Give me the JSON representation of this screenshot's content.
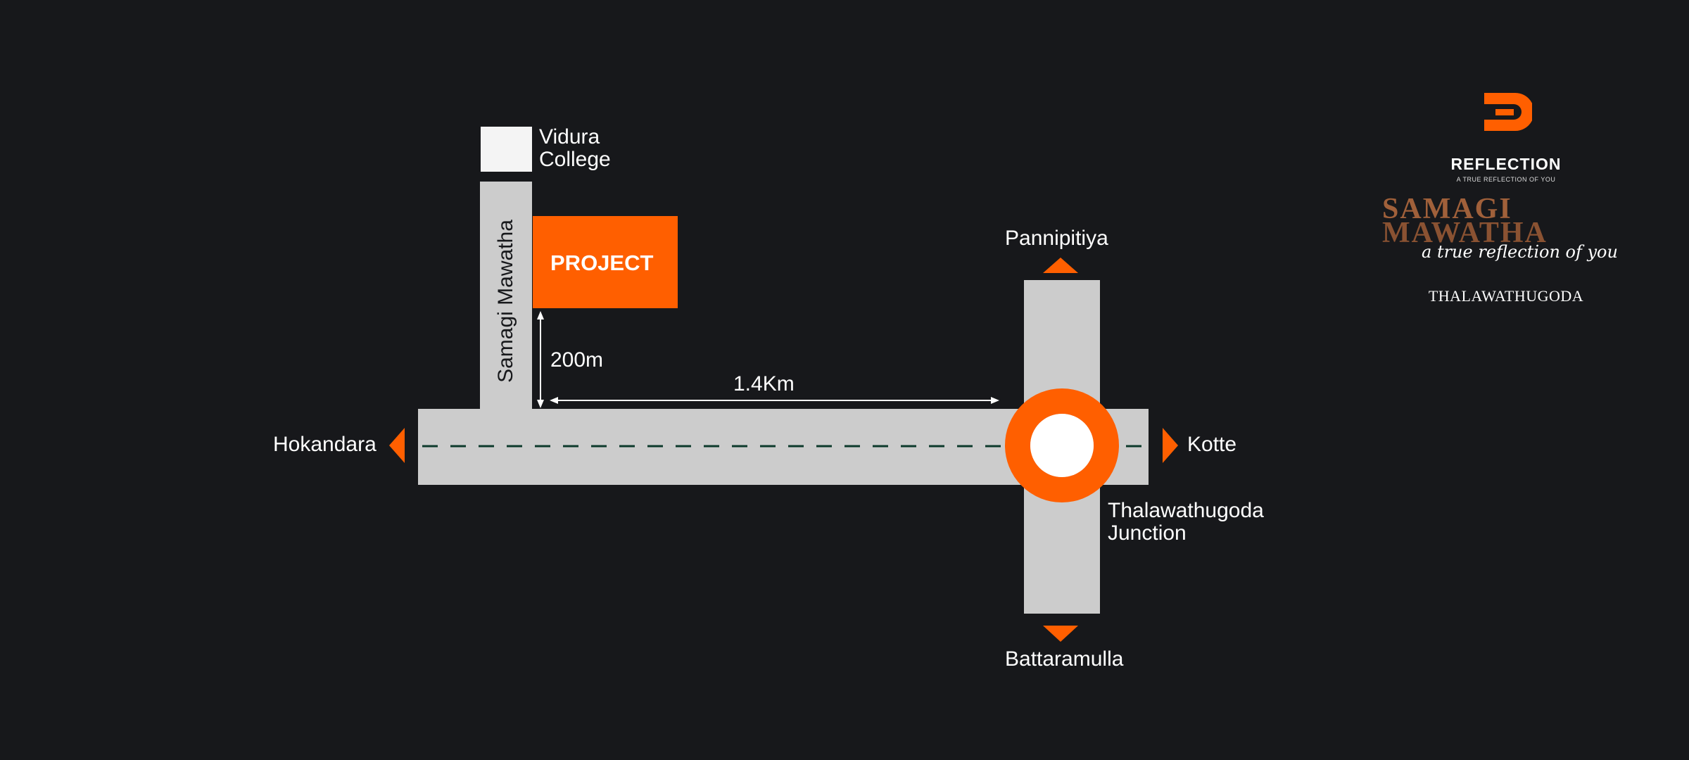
{
  "colors": {
    "background": "#17181b",
    "road": "#cccccc",
    "accent": "#ff5f00",
    "landmark": "#f4f4f4",
    "dash": "#0d3a2c"
  },
  "landmark": {
    "label_line1": "Vidura",
    "label_line2": "College"
  },
  "side_road": {
    "label": "Samagi Mawatha"
  },
  "project": {
    "label": "PROJECT"
  },
  "distances": {
    "side_road": "200m",
    "main_road": "1.4Km"
  },
  "directions": {
    "west": "Hokandara",
    "east": "Kotte",
    "north": "Pannipitiya",
    "south": "Battaramulla"
  },
  "junction": {
    "label_line1": "Thalawathugoda",
    "label_line2": "Junction"
  },
  "brand": {
    "logo_icon": "reflection-c-icon",
    "name": "REFLECTION",
    "tagline": "A TRUE REFLECTION OF YOU",
    "project_title_line1": "SAMAGI",
    "project_title_line2": "MAWATHA",
    "script_tagline": "a true reflection of you",
    "location": "THALAWATHUGODA"
  }
}
